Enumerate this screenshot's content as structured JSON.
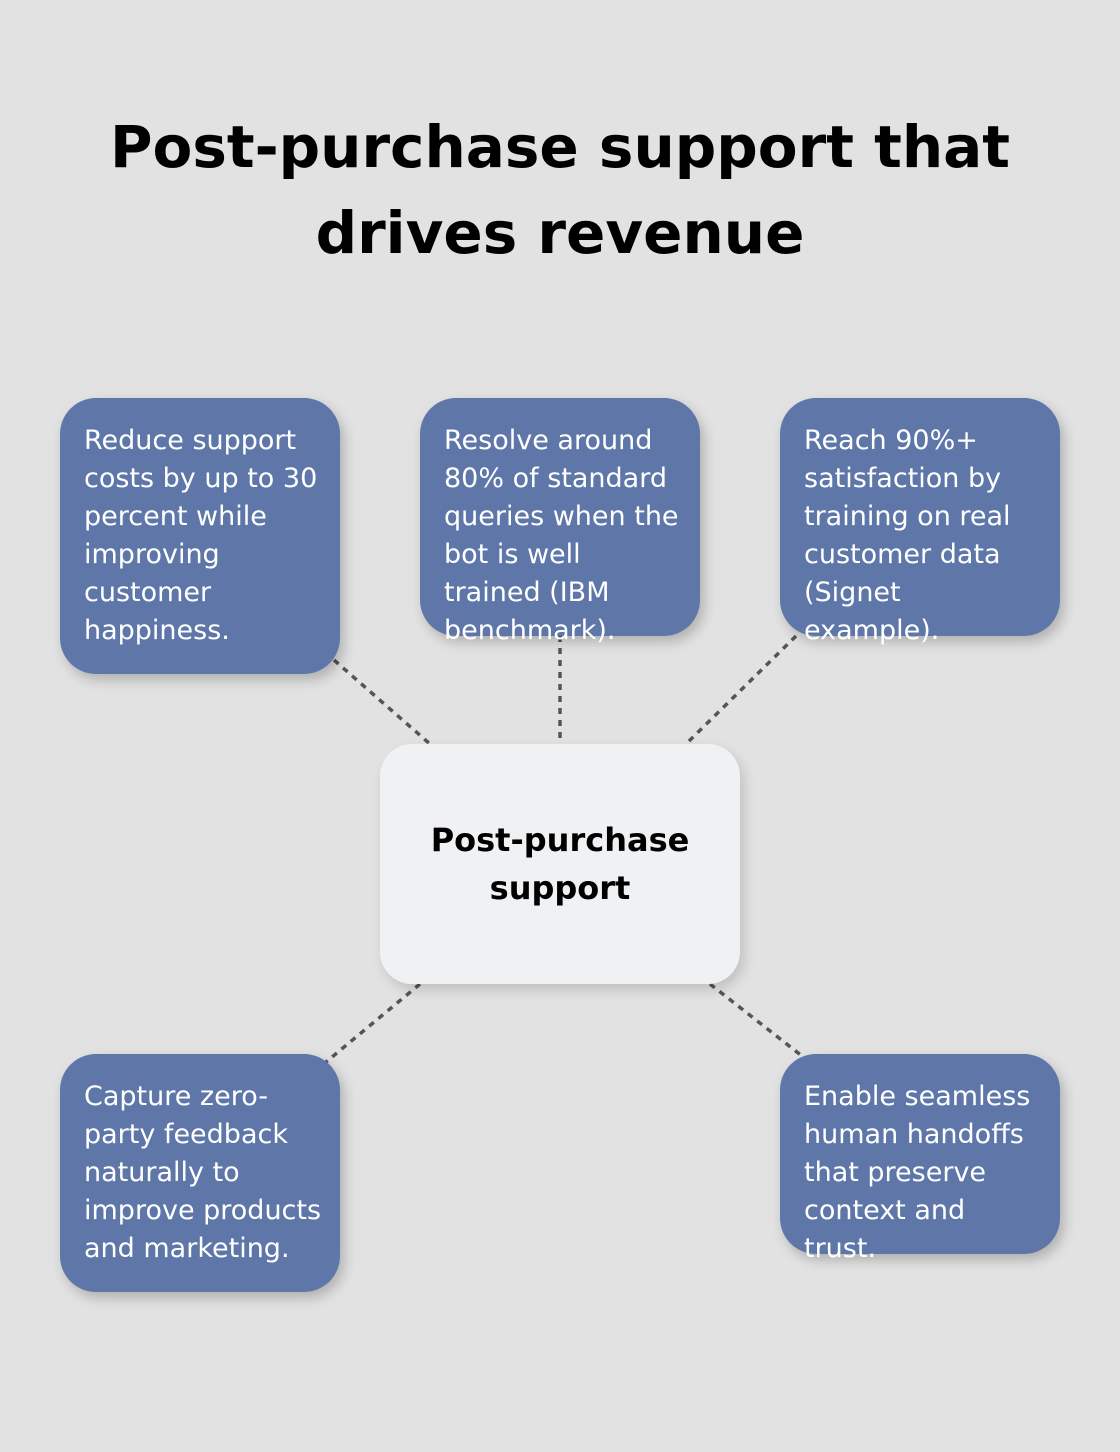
{
  "title": "Post-purchase support that drives revenue",
  "center": {
    "label": "Post-purchase support"
  },
  "nodes": [
    {
      "text": "Reduce support costs by up to 30 percent while improving customer happiness."
    },
    {
      "text": "Resolve around 80% of standard queries when the bot is well trained (IBM benchmark)."
    },
    {
      "text": "Reach 90%+ satisfaction by training on real customer data (Signet example)."
    },
    {
      "text": "Capture zero-party feedback naturally to improve products and marketing."
    },
    {
      "text": "Enable seamless human handoffs that preserve context and trust."
    }
  ],
  "colors": {
    "background": "#e1e2e1",
    "node_fill": "#5e77a8",
    "center_fill": "#f0f1f3",
    "connector": "#555555"
  }
}
